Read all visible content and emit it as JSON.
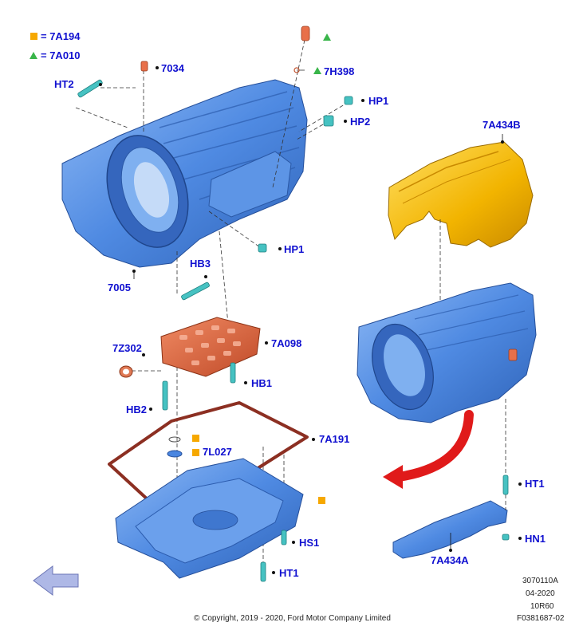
{
  "legend": {
    "square": {
      "symbol": "square",
      "color": "#f6a800",
      "text": "= 7A194"
    },
    "triangle": {
      "symbol": "triangle",
      "color": "#39b54a",
      "text": "= 7A010"
    }
  },
  "parts": {
    "p7034": "7034",
    "p7h398": "7H398",
    "ht2": "HT2",
    "hp1_top": "HP1",
    "hp2": "HP2",
    "hp1_mid": "HP1",
    "hb3": "HB3",
    "p7005": "7005",
    "p7z302": "7Z302",
    "p7a098": "7A098",
    "hb1": "HB1",
    "hb2": "HB2",
    "p7a191": "7A191",
    "p7l027": "7L027",
    "hs1": "HS1",
    "ht1_left": "HT1",
    "p7a434b": "7A434B",
    "ht1_right": "HT1",
    "hn1": "HN1",
    "p7a434a": "7A434A"
  },
  "doc_info": {
    "ref": "3070110A",
    "date": "04-2020",
    "model": "10R60",
    "code": "F0381687-02"
  },
  "copyright": "© Copyright, 2019 - 2020, Ford Motor Company Limited",
  "colors": {
    "label": "#1010d0",
    "case_blue": "#4a86e0",
    "heat_shield": "#f2b400",
    "valve_body": "#d9603a",
    "fastener": "#46c2c2",
    "arrow_red": "#e01a1a"
  }
}
